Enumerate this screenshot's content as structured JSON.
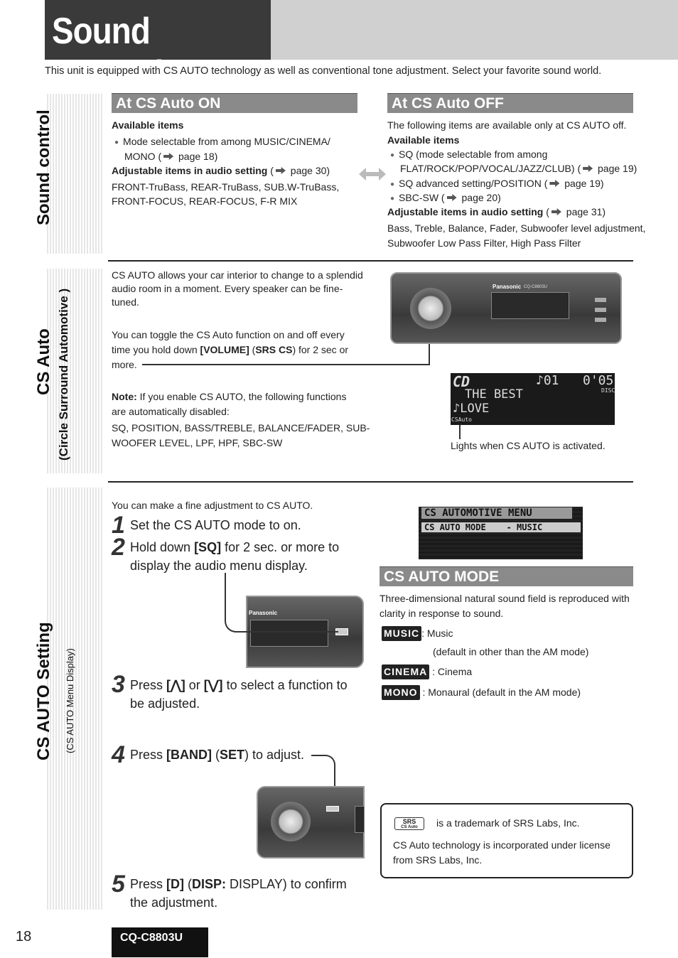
{
  "title": "Sound Control",
  "intro": "This unit is equipped with CS AUTO technology as well as conventional tone adjustment. Select your favorite sound world.",
  "tabs": {
    "sound_control": "Sound control",
    "cs_auto": "CS Auto",
    "cs_auto_sub": "(Circle Surround Automotive )",
    "cs_auto_setting": "CS AUTO Setting",
    "cs_auto_setting_sub": "(CS AUTO Menu Display)"
  },
  "on": {
    "header": "At CS Auto ON",
    "avail": "Available items",
    "item1a": "Mode selectable from among MUSIC/CINEMA/",
    "item1b": "MONO (",
    "item1c": " page 18)",
    "adj": "Adjustable items in audio setting",
    "adj_ref": " page 30)",
    "adj_list1": "FRONT-TruBass, REAR-TruBass, SUB.W-TruBass,",
    "adj_list2": "FRONT-FOCUS, REAR-FOCUS, F-R MIX"
  },
  "off": {
    "header": "At CS Auto OFF",
    "note": "The following items are available only at CS AUTO off.",
    "avail": "Available items",
    "sq1": "SQ (mode selectable from among",
    "sq2": "FLAT/ROCK/POP/VOCAL/JAZZ/CLUB) (",
    "sq_ref": " page 19)",
    "sqadv": "SQ advanced setting/POSITION (",
    "sqadv_ref": " page 19)",
    "sbc": "SBC-SW (",
    "sbc_ref": " page 20)",
    "adj": "Adjustable items in audio setting",
    "adj_ref": " page 31)",
    "adj_list1": "Bass, Treble, Balance, Fader, Subwoofer level adjustment,",
    "adj_list2": "Subwoofer Low Pass Filter, High Pass Filter"
  },
  "csauto": {
    "p1a": "CS AUTO allows your car interior to change to a splendid",
    "p1b": "audio room in a moment. Every speaker can be fine-",
    "p1c": "tuned.",
    "p2a": "You can toggle the CS Auto function on and off every",
    "p2b": "time you hold down ",
    "p2_vol": "[VOLUME]",
    "p2_paren": " (",
    "p2_srs": "SRS CS",
    "p2_end": ") for 2 sec or",
    "p2c": "more.",
    "note_label": "Note:",
    "note_a": " If you enable CS AUTO, the following functions",
    "note_b": "are automatically disabled:",
    "note_c": "SQ, POSITION, BASS/TREBLE, BALANCE/FADER, SUB-",
    "note_d": "WOOFER LEVEL, LPF, HPF, SBC-SW",
    "lcd_cd": "CD",
    "lcd_track": "♪01",
    "lcd_time": "0'05",
    "lcd_disc": "DISC",
    "lcd_line1": "THE BEST",
    "lcd_line2": "♪LOVE",
    "lcd_csauto": "CSAuto",
    "lights": "Lights when CS AUTO is activated.",
    "brand": "Panasonic",
    "model_small": "CQ-C8803U"
  },
  "setting": {
    "intro": "You can make a fine adjustment to CS AUTO.",
    "s1": "Set the CS AUTO mode to on.",
    "s2a": "Hold down ",
    "s2_sq": "[SQ]",
    "s2b": " for 2 sec. or more to",
    "s2c": "display the audio menu display.",
    "s3a": "Press ",
    "s3_up": "[⋀]",
    "s3_or": " or ",
    "s3_dn": "[⋁]",
    "s3b": " to select a function to",
    "s3c": "be adjusted.",
    "s4a": "Press ",
    "s4_band": "[BAND]",
    "s4_p": " (",
    "s4_set": "SET",
    "s4b": ") to adjust.",
    "s5a": "Press ",
    "s5_d": "[D]",
    "s5_p": " (",
    "s5_disp": "DISP:",
    "s5b": " DISPLAY) to confirm",
    "s5c": "the adjustment.",
    "menu_title": "CS AUTOMOTIVE MENU",
    "menu_row": "CS AUTO MODE    - MUSIC",
    "n1": "1",
    "n2": "2",
    "n3": "3",
    "n4": "4",
    "n5": "5"
  },
  "mode": {
    "header": "CS AUTO MODE",
    "desc1": "Three-dimensional natural sound field is reproduced with",
    "desc2": "clarity in response to sound.",
    "music_pill": "MUSIC",
    "music": ": Music",
    "music_note": "(default in other than the AM mode)",
    "cinema_pill": "CINEMA",
    "cinema": ": Cinema",
    "mono_pill": "MONO",
    "mono": ": Monaural (default in the AM mode)"
  },
  "trademark": {
    "logo": "SRS",
    "logo_sub": "CS Auto",
    "line1": "is a trademark of SRS Labs, Inc.",
    "line2": "CS Auto technology is incorporated under license",
    "line3": "from SRS Labs, Inc."
  },
  "footer": {
    "page": "18",
    "model": "CQ-C8803U"
  }
}
